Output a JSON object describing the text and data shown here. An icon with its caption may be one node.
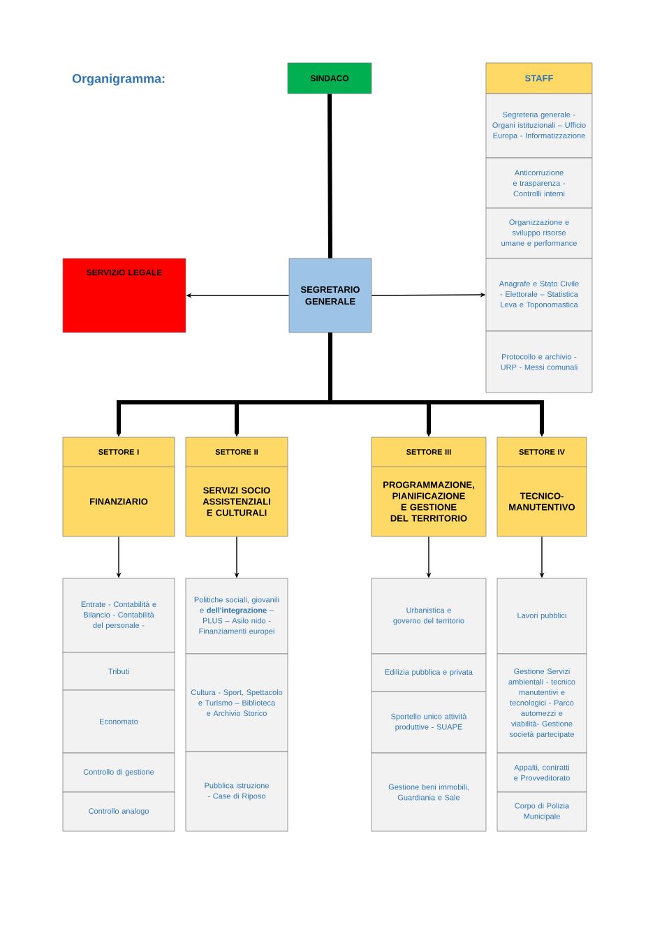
{
  "diagram": {
    "title": "Organigramma:",
    "nodes": [
      {
        "text": [
          "SINDACO"
        ]
      },
      {
        "text": [
          "STAFF"
        ]
      },
      {
        "text": [
          "Segreteria generale - Organi istituzionali – Ufficio Europa - Informatizzazione"
        ]
      },
      {
        "text": [
          "Anticorruzione e trasparenza - Controlli interni"
        ]
      },
      {
        "text": [
          "Organizzazione e sviluppo risorse umane e performance"
        ]
      },
      {
        "text": [
          "Anagrafe e Stato Civile - Elettorale – Statistica Leva e Toponomastica"
        ]
      },
      {
        "text": [
          "Protocollo e archivio - URP - Messi comunali"
        ]
      },
      {
        "text": [
          "SERVIZIO LEGALE"
        ]
      },
      {
        "text": [
          "SEGRETARIO GENERALE"
        ]
      },
      {
        "text": [
          "SETTORE I",
          "FINANZIARIO"
        ]
      },
      {
        "text": [
          "SETTORE II",
          "SERVIZI SOCIO ASSISTENZIALI E CULTURALI"
        ]
      },
      {
        "text": [
          "SETTORE III",
          "PROGRAMMAZIONE, PIANIFICAZIONE E GESTIONE DEL TERRITORIO"
        ]
      },
      {
        "text": [
          "SETTORE IV",
          "TECNICO-MANUTENTIVO"
        ]
      },
      {
        "text": [
          "Entrate - Contabilità e Bilancio - Contabilità del personale -"
        ]
      },
      {
        "text": [
          "Tributi"
        ]
      },
      {
        "text": [
          "Economato"
        ]
      },
      {
        "text": [
          "Controllo di gestione"
        ]
      },
      {
        "text": [
          "Controllo analogo"
        ]
      },
      {
        "text": [
          "Politiche sociali, giovanili e **dell'integrazione** – PLUS – Asilo nido - Finanziamenti europei"
        ]
      },
      {
        "text": [
          "Cultura - Sport, Spettacolo e Turismo – Biblioteca e Archivio Storico"
        ]
      },
      {
        "text": [
          "Pubblica istruzione - Case di Riposo"
        ]
      },
      {
        "text": [
          "Urbanistica e governo del territorio"
        ]
      },
      {
        "text": [
          "Edilizia pubblica e privata"
        ]
      },
      {
        "text": [
          "Sportello unico attività produttive - SUAPE"
        ]
      },
      {
        "text": [
          "Gestione beni immobili, Guardiania e Sale"
        ]
      },
      {
        "text": [
          "Lavori pubblici"
        ]
      },
      {
        "text": [
          "Gestione Servizi ambientali - tecnico manutentivi e tecnologici - Parco automezzi e viabilità- Gestione società partecipate"
        ]
      },
      {
        "text": [
          "Appalti, contratti e Provveditorato"
        ]
      },
      {
        "text": [
          "Corpo di Polizia Municipale"
        ]
      }
    ],
    "edges": [
      {
        "from": 0,
        "to": 8,
        "arrow": "none",
        "style": "thick"
      },
      {
        "from": 8,
        "to": 7,
        "arrow": "to"
      },
      {
        "from": 8,
        "to": 5,
        "arrow": "to"
      },
      {
        "from": 8,
        "to": 9,
        "arrow": "to",
        "style": "thick"
      },
      {
        "from": 8,
        "to": 10,
        "arrow": "to",
        "style": "thick"
      },
      {
        "from": 8,
        "to": 11,
        "arrow": "to",
        "style": "thick"
      },
      {
        "from": 8,
        "to": 12,
        "arrow": "to",
        "style": "thick"
      },
      {
        "from": 9,
        "to": 13,
        "arrow": "to"
      },
      {
        "from": 10,
        "to": 18,
        "arrow": "to"
      },
      {
        "from": 11,
        "to": 21,
        "arrow": "to"
      },
      {
        "from": 12,
        "to": 25,
        "arrow": "to"
      }
    ]
  }
}
